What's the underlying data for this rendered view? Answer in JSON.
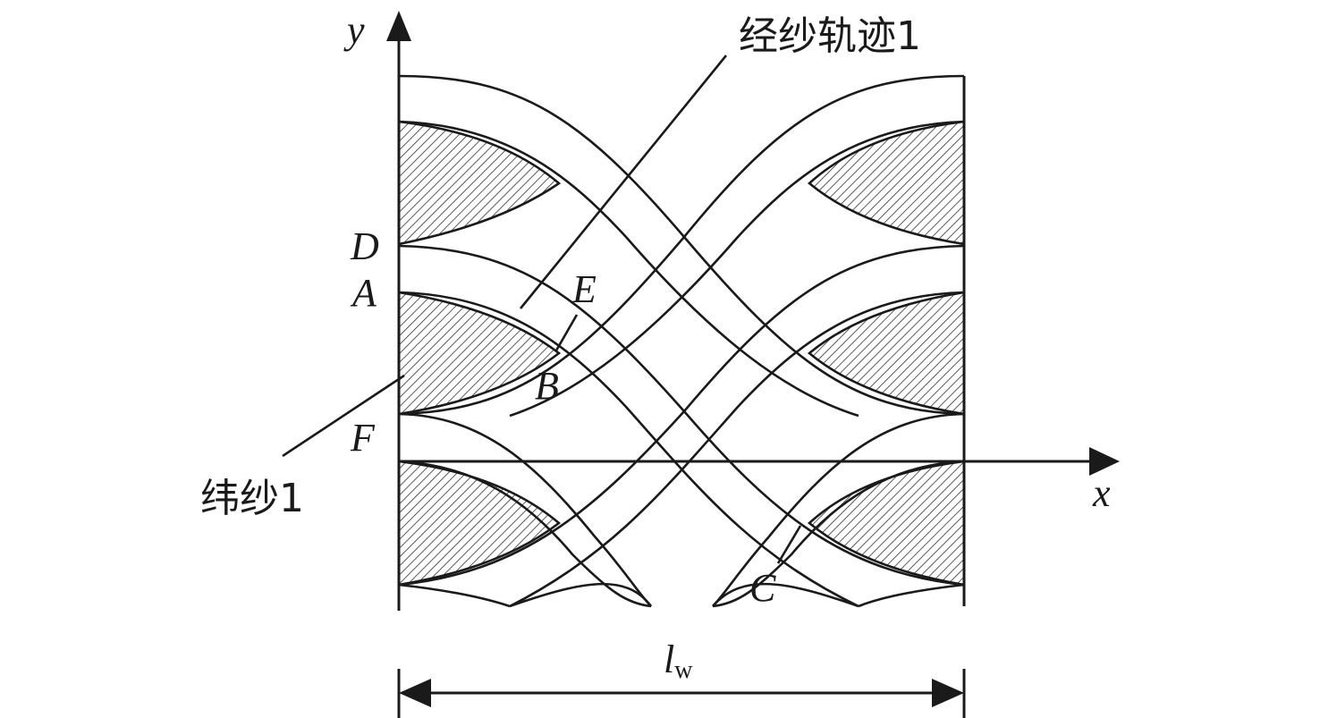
{
  "axes": {
    "x_label": "x",
    "y_label": "y"
  },
  "points": {
    "D": "D",
    "A": "A",
    "E": "E",
    "B": "B",
    "F": "F",
    "C": "C"
  },
  "annotations": {
    "warp_track": "经纱轨迹1",
    "weft": "纬纱1"
  },
  "dimension": {
    "main": "l",
    "subscript": "w"
  },
  "colors": {
    "stroke": "#1a1a1a",
    "hatch": "#333333",
    "background": "#ffffff"
  }
}
